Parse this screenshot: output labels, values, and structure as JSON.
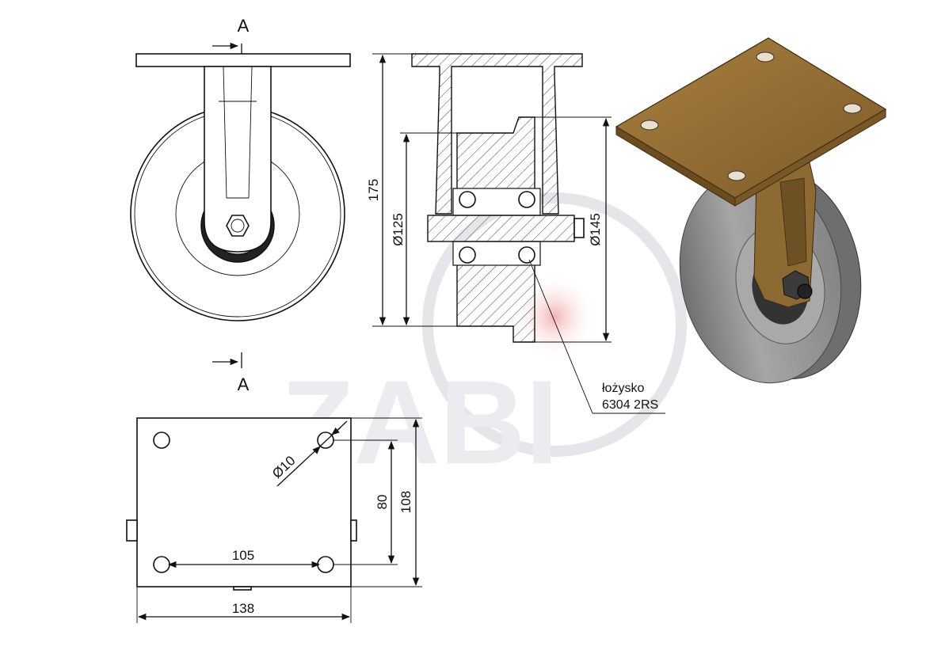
{
  "section_labels": {
    "top": "A",
    "bottom": "A"
  },
  "dimensions": {
    "height": "175",
    "wheel_diameter": "Ø125",
    "outer_diameter": "Ø145",
    "hole_diameter": "Ø10",
    "hole_spacing_x": "105",
    "hole_spacing_y": "80",
    "plate_height": "108",
    "plate_width": "138"
  },
  "bearing_note": {
    "line1": "łożysko",
    "line2": "6304 2RS"
  },
  "watermark": {
    "text": "ZABI"
  },
  "colors": {
    "plate": "#9a7438",
    "wheel": "#8a8a8a",
    "line": "#111111",
    "watermark": "#e8e8ec"
  }
}
